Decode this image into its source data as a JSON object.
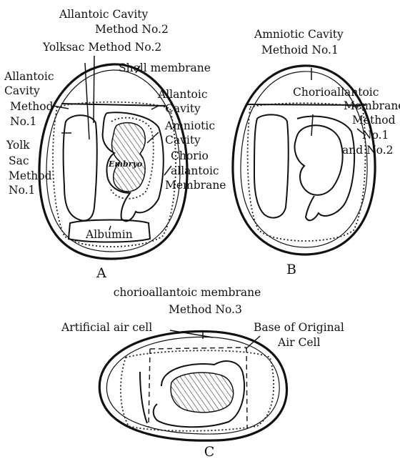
{
  "panel_a": {
    "allantoic_method2": [
      "Allantoic Cavity",
      "Method  No.2"
    ],
    "yolksac_method2": "Yolksac  Method No.2",
    "shell_membrane": "Shell membrane",
    "allantoic_method1": [
      "Allantoic",
      "Cavity",
      "Method",
      "No.1"
    ],
    "allantoic_cavity": [
      "Allantoic",
      "Cavity"
    ],
    "amniotic_cavity": [
      "Amniotic",
      "Cavity"
    ],
    "chorio_membrane": [
      "Chorio",
      "allantoic",
      "Membrane"
    ],
    "yolk_sac_method1": [
      "Yolk",
      "Sac",
      "Method",
      "No.1"
    ],
    "embryo": "Embryo",
    "albumin": "Albumin",
    "letter": "A"
  },
  "panel_b": {
    "amniotic_method1": [
      "Amniotic Cavity",
      "Methoid No.1"
    ],
    "chorio_membrane": [
      "Chorioallantoic",
      "Membrane"
    ],
    "method_1_2": [
      "Method",
      "No.1",
      "and No.2"
    ],
    "letter": "B"
  },
  "panel_c": {
    "cam_method3": [
      "chorioallantoic membrane",
      "Method No.3"
    ],
    "artificial_air_cell": "Artificial air cell",
    "base_original": [
      "Base of Original",
      "Air Cell"
    ],
    "letter": "C"
  }
}
